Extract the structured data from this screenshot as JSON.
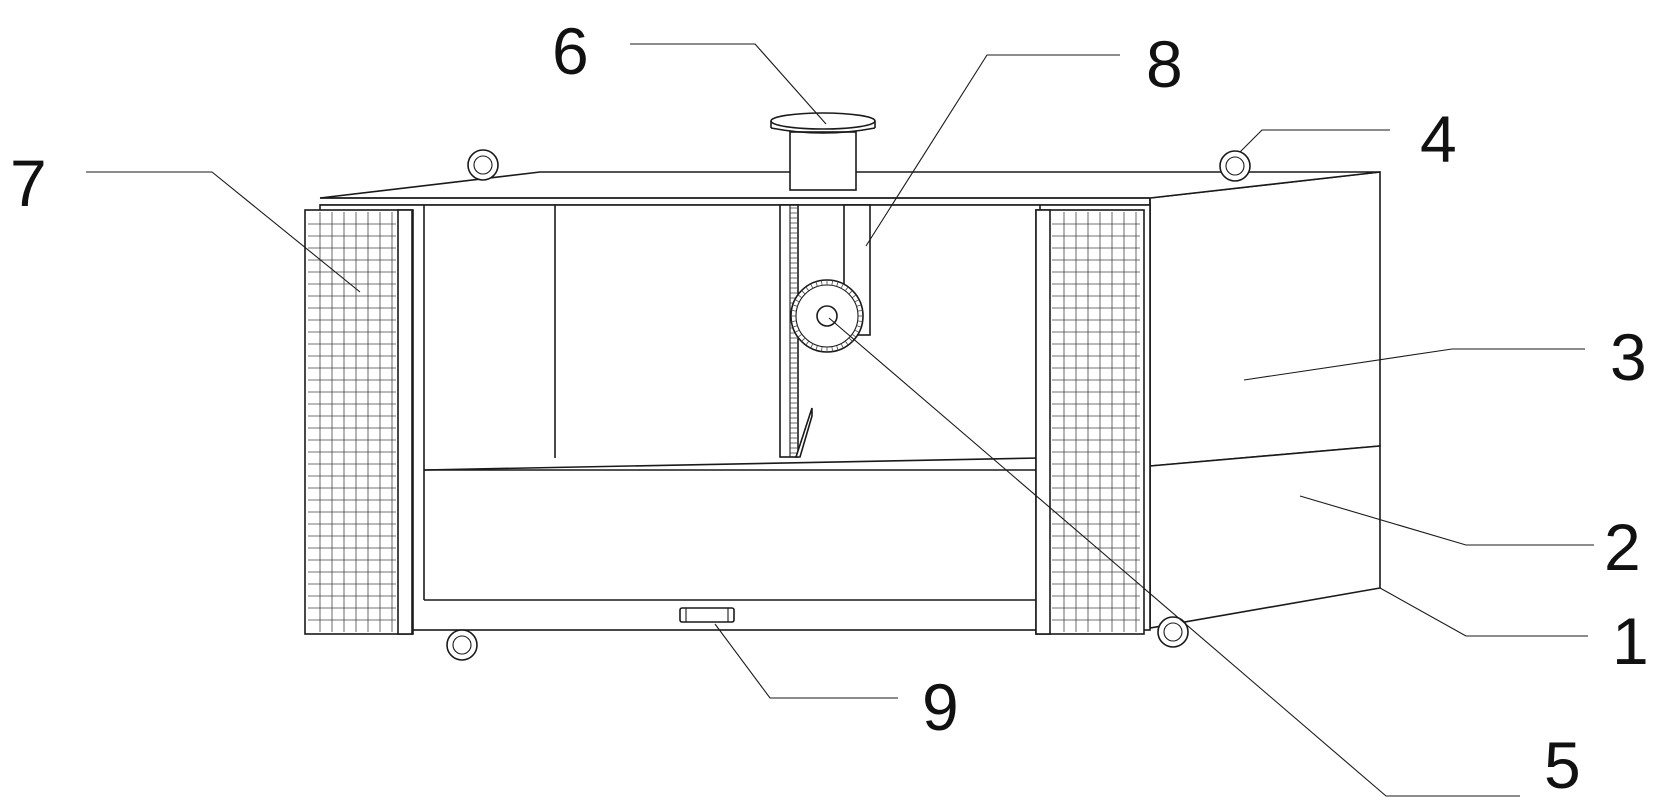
{
  "callouts": [
    {
      "id": "1",
      "label": "1"
    },
    {
      "id": "2",
      "label": "2"
    },
    {
      "id": "3",
      "label": "3"
    },
    {
      "id": "4",
      "label": "4"
    },
    {
      "id": "5",
      "label": "5"
    },
    {
      "id": "6",
      "label": "6"
    },
    {
      "id": "7",
      "label": "7"
    },
    {
      "id": "8",
      "label": "8"
    },
    {
      "id": "9",
      "label": "9"
    }
  ],
  "colors": {
    "stroke": "#1a1a1a",
    "background": "#ffffff"
  }
}
